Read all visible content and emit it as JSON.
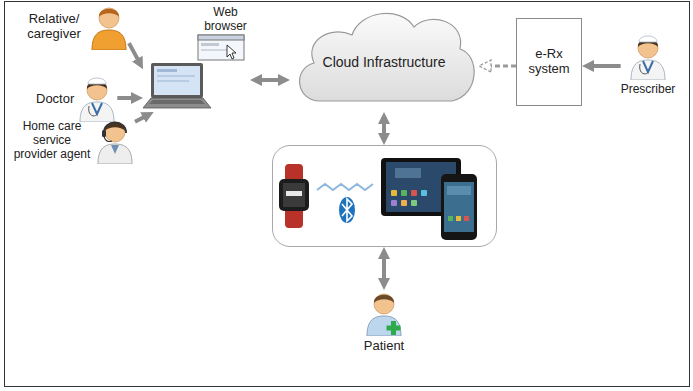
{
  "diagram": {
    "nodes": [
      {
        "text": [
          "Relative/ caregiver"
        ]
      },
      {
        "text": [
          "Web browser"
        ]
      },
      {
        "text": [
          "Cloud Infrastructure"
        ]
      },
      {
        "text": [
          "e-Rx system"
        ]
      },
      {
        "text": [
          "Prescriber"
        ]
      },
      {
        "text": [
          "Doctor"
        ]
      },
      {
        "text": [
          "Home care service provider agent"
        ]
      },
      {
        "text": []
      },
      {
        "text": [
          "Patient"
        ]
      }
    ],
    "edges": [
      {
        "from": 0,
        "to": 1,
        "arrow": "to"
      },
      {
        "from": 5,
        "to": 1,
        "arrow": "to"
      },
      {
        "from": 6,
        "to": 1,
        "arrow": "to"
      },
      {
        "from": 1,
        "to": 2,
        "arrow": "both"
      },
      {
        "from": 3,
        "to": 2,
        "arrow": "to"
      },
      {
        "from": 4,
        "to": 3,
        "arrow": "to"
      },
      {
        "from": 2,
        "to": 7,
        "arrow": "both"
      },
      {
        "from": 7,
        "to": 8,
        "arrow": "both"
      }
    ]
  }
}
